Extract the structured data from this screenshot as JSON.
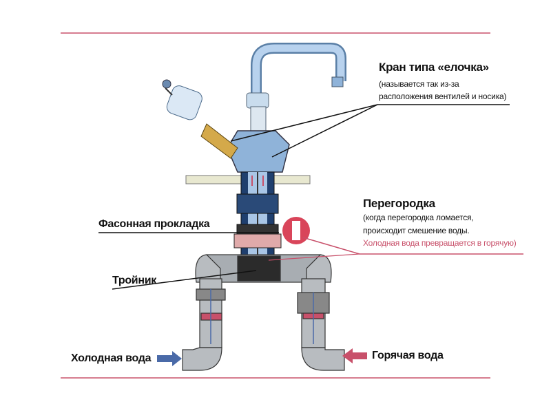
{
  "labels": {
    "faucet_title": "Кран типа «елочка»",
    "faucet_note_1": "(называется так из-за",
    "faucet_note_2": "расположения вентилей и носика)",
    "partition_title": "Перегородка",
    "partition_note_1": "(когда перегородка ломается,",
    "partition_note_2": "происходит смешение воды.",
    "partition_note_3": "Холодная вода превращается в горячую)",
    "gasket": "Фасонная прокладка",
    "tee": "Тройник",
    "cold_water": "Холодная вода",
    "hot_water": "Горячая вода"
  },
  "colors": {
    "rule": "#c8506a",
    "cold_arrow": "#4a6aa8",
    "hot_arrow": "#c8506a",
    "pipe": "#9aa0a6",
    "faucet": "#a9c6e6"
  }
}
